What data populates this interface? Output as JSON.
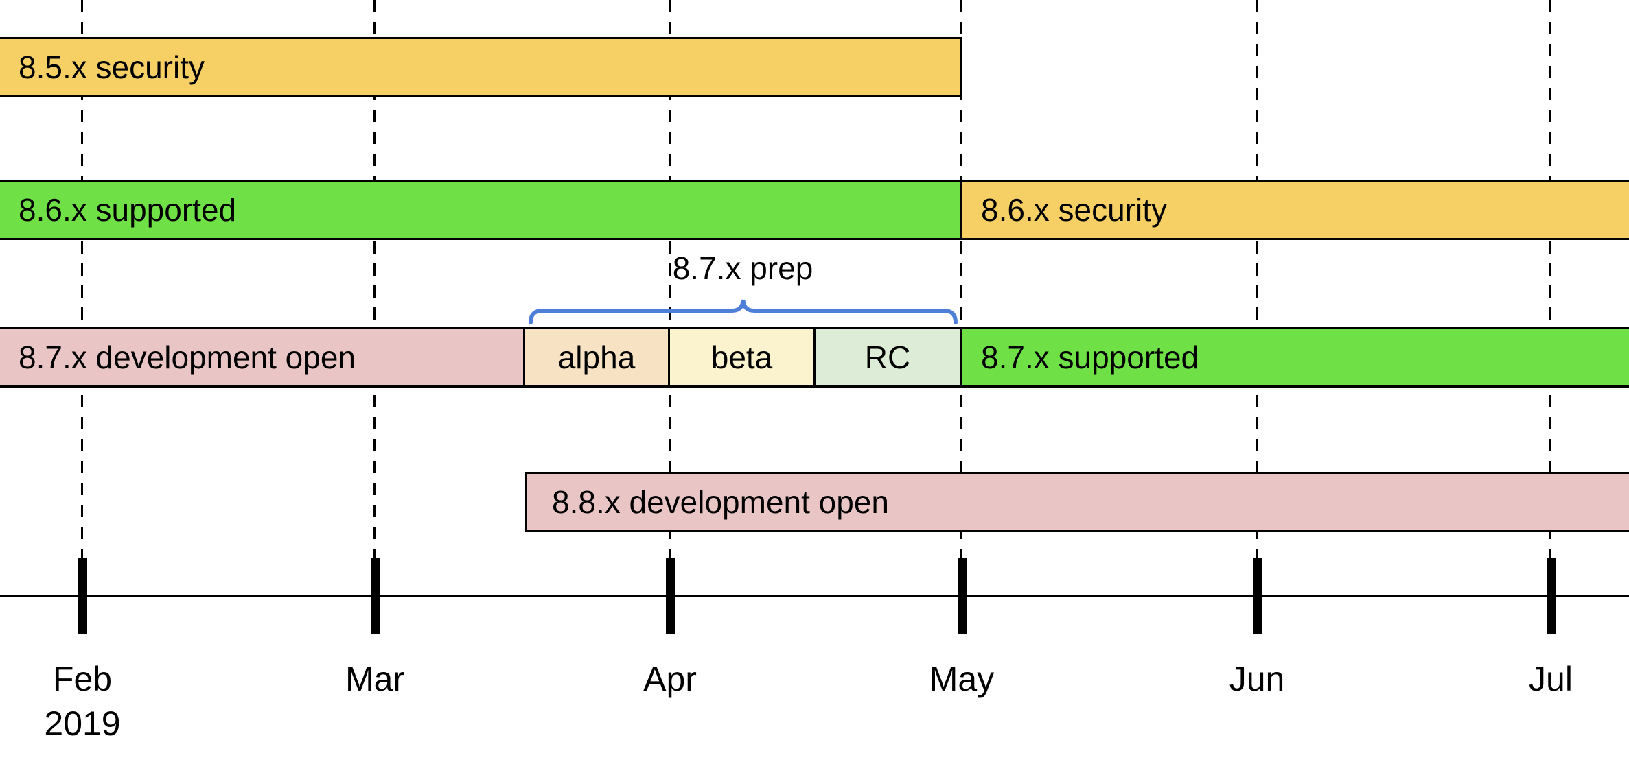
{
  "colors": {
    "security": "#F6CF65",
    "supported": "#6FE147",
    "development": "#E9C5C5",
    "alpha": "#F7E3C4",
    "beta": "#FAF3CD",
    "rc": "#DCECD7",
    "brace": "#4D7FD9",
    "axis": "#000000"
  },
  "chart_data": {
    "type": "bar",
    "subtype": "gantt-release-timeline",
    "x_axis": {
      "unit": "month",
      "tick_labels": [
        "Feb",
        "Mar",
        "Apr",
        "May",
        "Jun",
        "Jul"
      ],
      "year_label": "2019",
      "visible_range_months": [
        1.72,
        7.27
      ],
      "gridlines": "dashed-vertical"
    },
    "series": [
      {
        "label": "8.5.x security",
        "row": 0,
        "start_month": 1.72,
        "end_month": 5.0,
        "color_key": "security",
        "clipped_left": true
      },
      {
        "label": "8.6.x supported",
        "row": 1,
        "start_month": 1.72,
        "end_month": 5.0,
        "color_key": "supported",
        "clipped_left": true
      },
      {
        "label": "8.6.x security",
        "row": 1,
        "start_month": 5.0,
        "end_month": 7.27,
        "color_key": "security",
        "clipped_right": true
      },
      {
        "label": "8.7.x development open",
        "row": 2,
        "start_month": 1.72,
        "end_month": 3.5,
        "color_key": "development",
        "clipped_left": true
      },
      {
        "label": "alpha",
        "row": 2,
        "start_month": 3.5,
        "end_month": 4.0,
        "color_key": "alpha"
      },
      {
        "label": "beta",
        "row": 2,
        "start_month": 4.0,
        "end_month": 4.5,
        "color_key": "beta"
      },
      {
        "label": "RC",
        "row": 2,
        "start_month": 4.5,
        "end_month": 5.0,
        "color_key": "rc"
      },
      {
        "label": "8.7.x supported",
        "row": 2,
        "start_month": 5.0,
        "end_month": 7.27,
        "color_key": "supported",
        "clipped_right": true
      },
      {
        "label": "8.8.x development open",
        "row": 3,
        "start_month": 3.5,
        "end_month": 7.27,
        "color_key": "development",
        "clipped_right": true
      }
    ],
    "annotations": [
      {
        "type": "brace",
        "label": "8.7.x prep",
        "start_month": 3.5,
        "end_month": 5.0,
        "above_row": 2
      }
    ]
  }
}
